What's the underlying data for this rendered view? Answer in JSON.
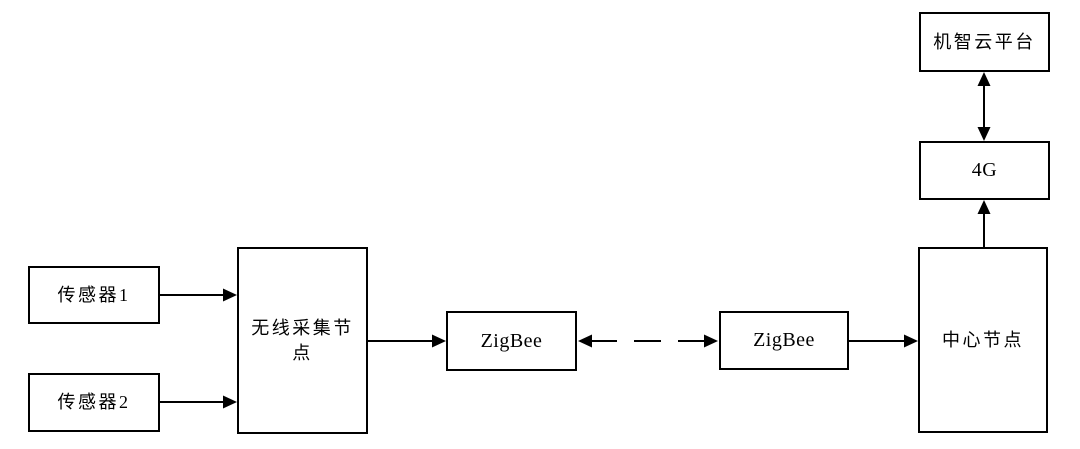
{
  "diagram": {
    "title": "",
    "type": "block-diagram",
    "nodes": {
      "sensor1": {
        "label": "传感器1"
      },
      "sensor2": {
        "label": "传感器2"
      },
      "collector": {
        "label": "无线采集节点"
      },
      "zigbee_left": {
        "label": "ZigBee"
      },
      "zigbee_right": {
        "label": "ZigBee"
      },
      "center_node": {
        "label": "中心节点"
      },
      "modem_4g": {
        "label": "4G"
      },
      "cloud": {
        "label": "机智云平台"
      }
    },
    "connections": [
      {
        "from": "sensor1",
        "to": "collector",
        "style": "solid",
        "direction": "one-way"
      },
      {
        "from": "sensor2",
        "to": "collector",
        "style": "solid",
        "direction": "one-way"
      },
      {
        "from": "collector",
        "to": "zigbee_left",
        "style": "solid",
        "direction": "one-way"
      },
      {
        "from": "zigbee_left",
        "to": "zigbee_right",
        "style": "dashed",
        "direction": "two-way"
      },
      {
        "from": "zigbee_right",
        "to": "center_node",
        "style": "solid",
        "direction": "one-way"
      },
      {
        "from": "center_node",
        "to": "modem_4g",
        "style": "solid",
        "direction": "one-way"
      },
      {
        "from": "modem_4g",
        "to": "cloud",
        "style": "solid",
        "direction": "two-way"
      }
    ],
    "colors": {
      "line": "#000000",
      "box_border": "#000000",
      "box_fill": "#ffffff",
      "background": "#ffffff",
      "text": "#000000"
    }
  }
}
